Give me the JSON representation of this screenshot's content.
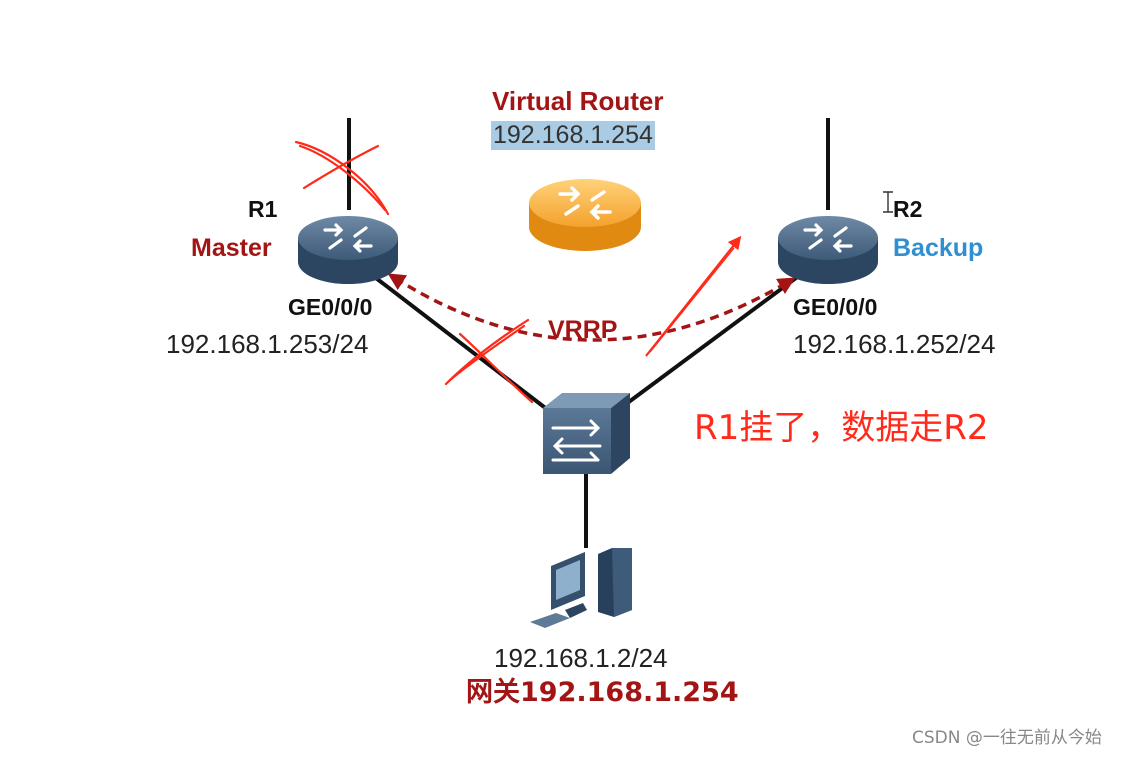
{
  "virtual_router": {
    "title": "Virtual Router",
    "ip": "192.168.1.254"
  },
  "r1": {
    "name": "R1",
    "role": "Master",
    "interface": "GE0/0/0",
    "ip": "192.168.1.253/24"
  },
  "r2": {
    "name": "R2",
    "role": "Backup",
    "interface": "GE0/0/0",
    "ip": "192.168.1.252/24"
  },
  "protocol_label": "VRRP",
  "annotation": "R1挂了，数据走R2",
  "pc": {
    "ip": "192.168.1.2/24",
    "gateway": "网关192.168.1.254"
  },
  "watermark": "CSDN @一往无前从今始",
  "colors": {
    "dark_red": "#a31515",
    "backup_blue": "#2f8fd0",
    "annotation_red": "#ff2a1a",
    "link": "#111111",
    "router_blue": "#41607f",
    "virtual_orange": "#f5a623",
    "ip_highlight": "#a9cbe3"
  },
  "icons": [
    "router-icon",
    "virtual-router-icon",
    "switch-icon",
    "pc-icon",
    "cross-mark-icon",
    "text-cursor-icon"
  ]
}
